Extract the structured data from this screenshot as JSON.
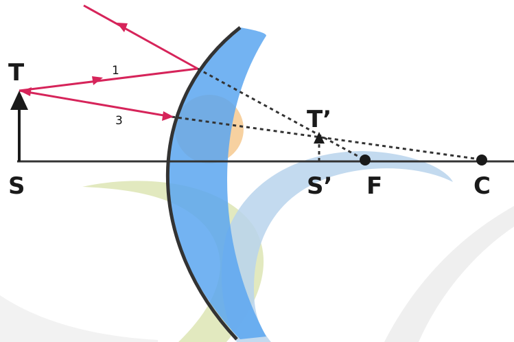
{
  "labels": {
    "object_top": "T",
    "object_base": "S",
    "image_top": "T’",
    "image_base": "S’",
    "focal_point": "F",
    "center_of_curvature": "C",
    "ray_1": "1",
    "ray_3": "3"
  },
  "colors": {
    "ray": "#d6245a",
    "mirror_front": "#333333",
    "mirror_glass": "#5aa6f0",
    "axis": "#333333",
    "dashed": "#333333",
    "bg_blue": "#b9d4ec",
    "bg_green": "#dfe7b8",
    "bg_orange": "#f6c98f",
    "bg_gray": "#efefef"
  }
}
